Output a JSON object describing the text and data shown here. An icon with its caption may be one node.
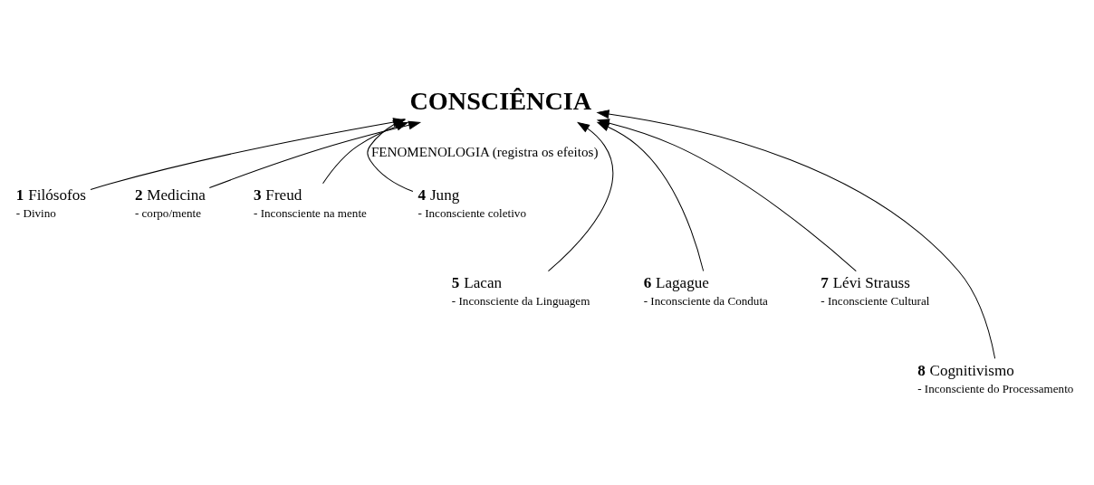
{
  "diagram": {
    "nodes": [
      {
        "text": [
          "CONSCIÊNCIA"
        ]
      },
      {
        "text": [
          "**1** Filósofos",
          "- Divino"
        ]
      },
      {
        "text": [
          "**2** Medicina",
          "- corpo/mente"
        ]
      },
      {
        "text": [
          "**3** Freud",
          "- Inconsciente na mente"
        ]
      },
      {
        "text": [
          "**4** Jung",
          "- Inconsciente coletivo"
        ]
      },
      {
        "text": [
          "**5** Lacan",
          "- Inconsciente da Linguagem"
        ]
      },
      {
        "text": [
          "**6** Lagague",
          "- Inconsciente da Conduta"
        ]
      },
      {
        "text": [
          "**7** Lévi Strauss",
          "- Inconsciente Cultural"
        ]
      },
      {
        "text": [
          "**8** Cognitivismo",
          "- Inconsciente do Processamento"
        ]
      }
    ],
    "edges": [
      {
        "from": 1,
        "to": 0,
        "arrow": "to"
      },
      {
        "from": 2,
        "to": 0,
        "arrow": "to"
      },
      {
        "from": 3,
        "to": 0,
        "arrow": "to"
      },
      {
        "from": 4,
        "to": 0,
        "arrow": "to",
        "label": "FENOMENOLOGIA (registra os efeitos)"
      },
      {
        "from": 5,
        "to": 0,
        "arrow": "to"
      },
      {
        "from": 6,
        "to": 0,
        "arrow": "to"
      },
      {
        "from": 7,
        "to": 0,
        "arrow": "to"
      },
      {
        "from": 8,
        "to": 0,
        "arrow": "to"
      }
    ]
  }
}
